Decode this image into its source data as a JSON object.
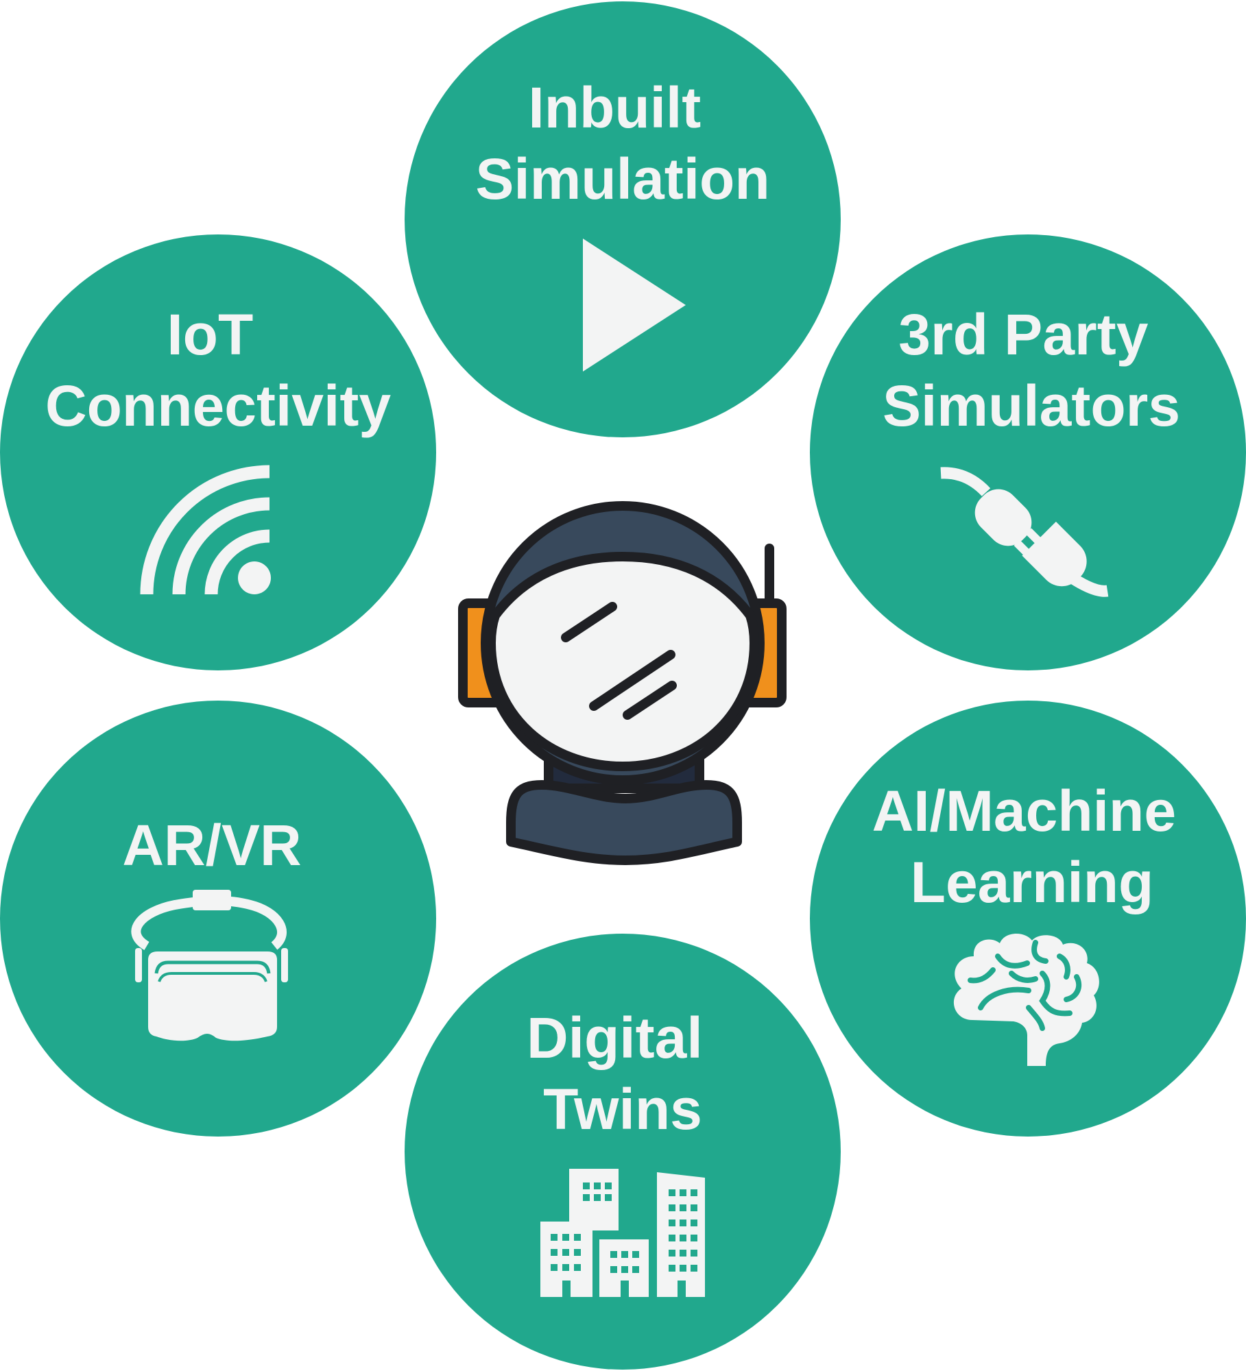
{
  "colors": {
    "circle": "#21a88d",
    "icon": "#f3f4f4",
    "outline": "#1f2024",
    "helmet_dark": "#38495c",
    "helmet_visor": "#f3f4f4",
    "ear_accent": "#f0901c",
    "background": "#ffffff"
  },
  "center": {
    "icon": "astronaut-helmet-icon"
  },
  "nodes": [
    {
      "id": "inbuilt-simulation",
      "lines": [
        "Inbuilt",
        "Simulation"
      ],
      "icon": "play-icon"
    },
    {
      "id": "third-party-simulators",
      "lines": [
        "3rd Party",
        "Simulators"
      ],
      "icon": "plug-icon"
    },
    {
      "id": "ai-machine-learning",
      "lines": [
        "AI/Machine",
        "Learning"
      ],
      "icon": "brain-icon"
    },
    {
      "id": "digital-twins",
      "lines": [
        "Digital",
        "Twins"
      ],
      "icon": "buildings-icon"
    },
    {
      "id": "ar-vr",
      "lines": [
        "AR/VR"
      ],
      "icon": "vr-headset-icon"
    },
    {
      "id": "iot-connectivity",
      "lines": [
        "IoT",
        "Connectivity"
      ],
      "icon": "wifi-icon"
    }
  ]
}
